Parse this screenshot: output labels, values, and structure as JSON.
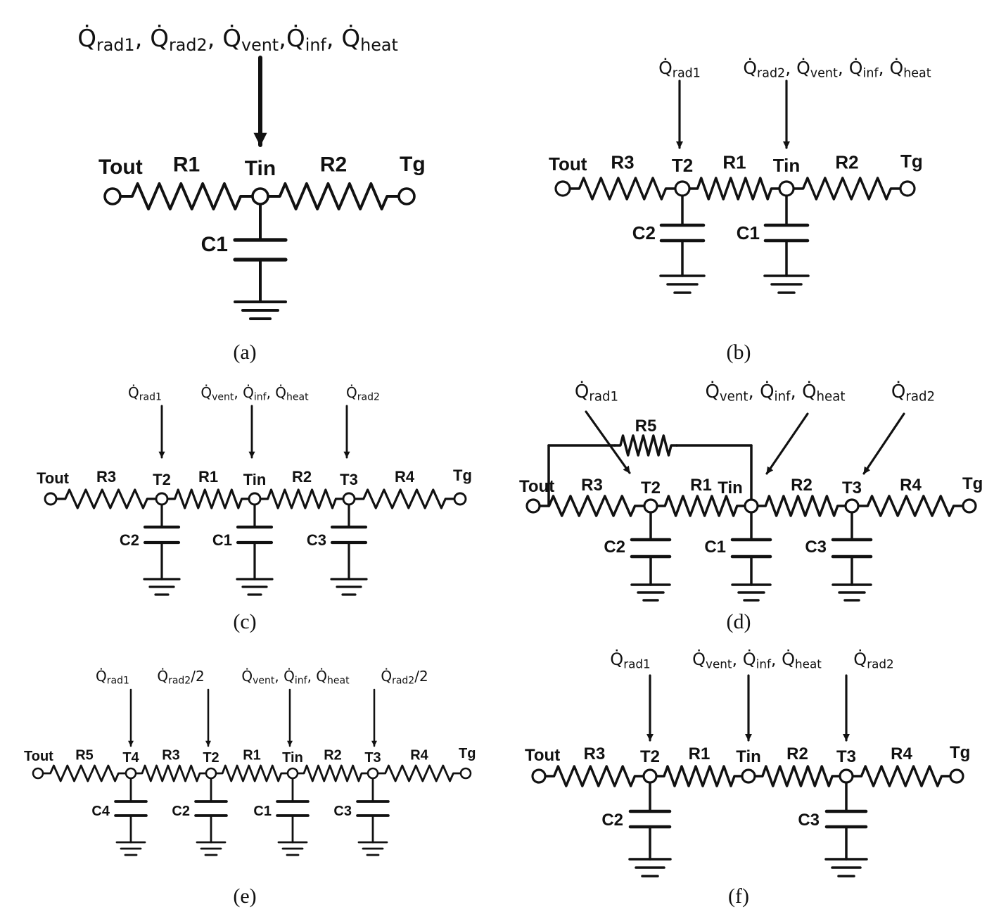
{
  "panels": [
    {
      "id": "a",
      "caption": "(a)",
      "flux_labels": [
        "Q̇rad1, Q̇rad2, Q̇vent,Q̇inf, Q̇heat"
      ],
      "nodes": [
        "Tout",
        "Tin",
        "Tg"
      ],
      "resistors": [
        "R1",
        "R2"
      ],
      "capacitors": [
        "C1"
      ]
    },
    {
      "id": "b",
      "caption": "(b)",
      "flux_labels": [
        "Q̇rad1",
        "Q̇rad2, Q̇vent, Q̇inf, Q̇heat"
      ],
      "nodes": [
        "Tout",
        "T2",
        "Tin",
        "Tg"
      ],
      "resistors": [
        "R3",
        "R1",
        "R2"
      ],
      "capacitors": [
        "C2",
        "C1"
      ]
    },
    {
      "id": "c",
      "caption": "(c)",
      "flux_labels": [
        "Q̇rad1",
        "Q̇vent, Q̇inf, Q̇heat",
        "Q̇rad2"
      ],
      "nodes": [
        "Tout",
        "T2",
        "Tin",
        "T3",
        "Tg"
      ],
      "resistors": [
        "R3",
        "R1",
        "R2",
        "R4"
      ],
      "capacitors": [
        "C2",
        "C1",
        "C3"
      ]
    },
    {
      "id": "d",
      "caption": "(d)",
      "flux_labels": [
        "Q̇rad1",
        "Q̇vent, Q̇inf, Q̇heat",
        "Q̇rad2"
      ],
      "nodes": [
        "Tout",
        "T2",
        "Tin",
        "T3",
        "Tg"
      ],
      "resistors": [
        "R5",
        "R3",
        "R1",
        "R2",
        "R4"
      ],
      "capacitors": [
        "C2",
        "C1",
        "C3"
      ]
    },
    {
      "id": "e",
      "caption": "(e)",
      "flux_labels": [
        "Q̇rad1",
        "Q̇rad2/2",
        "Q̇vent, Q̇inf, Q̇heat",
        "Q̇rad2/2"
      ],
      "nodes": [
        "Tout",
        "T4",
        "T2",
        "Tin",
        "T3",
        "Tg"
      ],
      "resistors": [
        "R5",
        "R3",
        "R1",
        "R2",
        "R4"
      ],
      "capacitors": [
        "C4",
        "C2",
        "C1",
        "C3"
      ]
    },
    {
      "id": "f",
      "caption": "(f)",
      "flux_labels": [
        "Q̇rad1",
        "Q̇vent, Q̇inf, Q̇heat",
        "Q̇rad2"
      ],
      "nodes": [
        "Tout",
        "T2",
        "Tin",
        "T3",
        "Tg"
      ],
      "resistors": [
        "R3",
        "R1",
        "R2",
        "R4"
      ],
      "capacitors": [
        "C2",
        "C3"
      ]
    }
  ]
}
